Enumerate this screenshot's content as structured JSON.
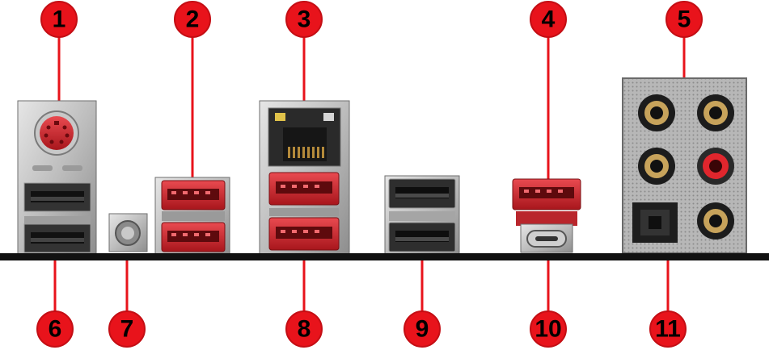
{
  "colors": {
    "callout": "#e8131b",
    "callout_stroke": "#c40e14",
    "number": "#000000",
    "panel_line": "#111111",
    "usb_red": "#d7282f",
    "usb_black": "#1b1b1b",
    "metal": "#b9b9b9"
  },
  "callouts": {
    "c1": "1",
    "c2": "2",
    "c3": "3",
    "c4": "4",
    "c5": "5",
    "c6": "6",
    "c7": "7",
    "c8": "8",
    "c9": "9",
    "c10": "10",
    "c11": "11"
  },
  "ports": [
    {
      "id": "ps2-combo-and-usb",
      "icon": "ps2-port-icon"
    },
    {
      "id": "usb-stack-red",
      "icon": "usb-a-icon"
    },
    {
      "id": "lan-and-usb",
      "icon": "rj45-port-icon"
    },
    {
      "id": "usb-stack-black",
      "icon": "usb-a-icon"
    },
    {
      "id": "usb-a-and-type-c",
      "icon": "usb-c-icon"
    },
    {
      "id": "audio-block",
      "icon": "audio-jack-icon"
    },
    {
      "id": "clear-cmos-button",
      "icon": "button-icon"
    }
  ]
}
